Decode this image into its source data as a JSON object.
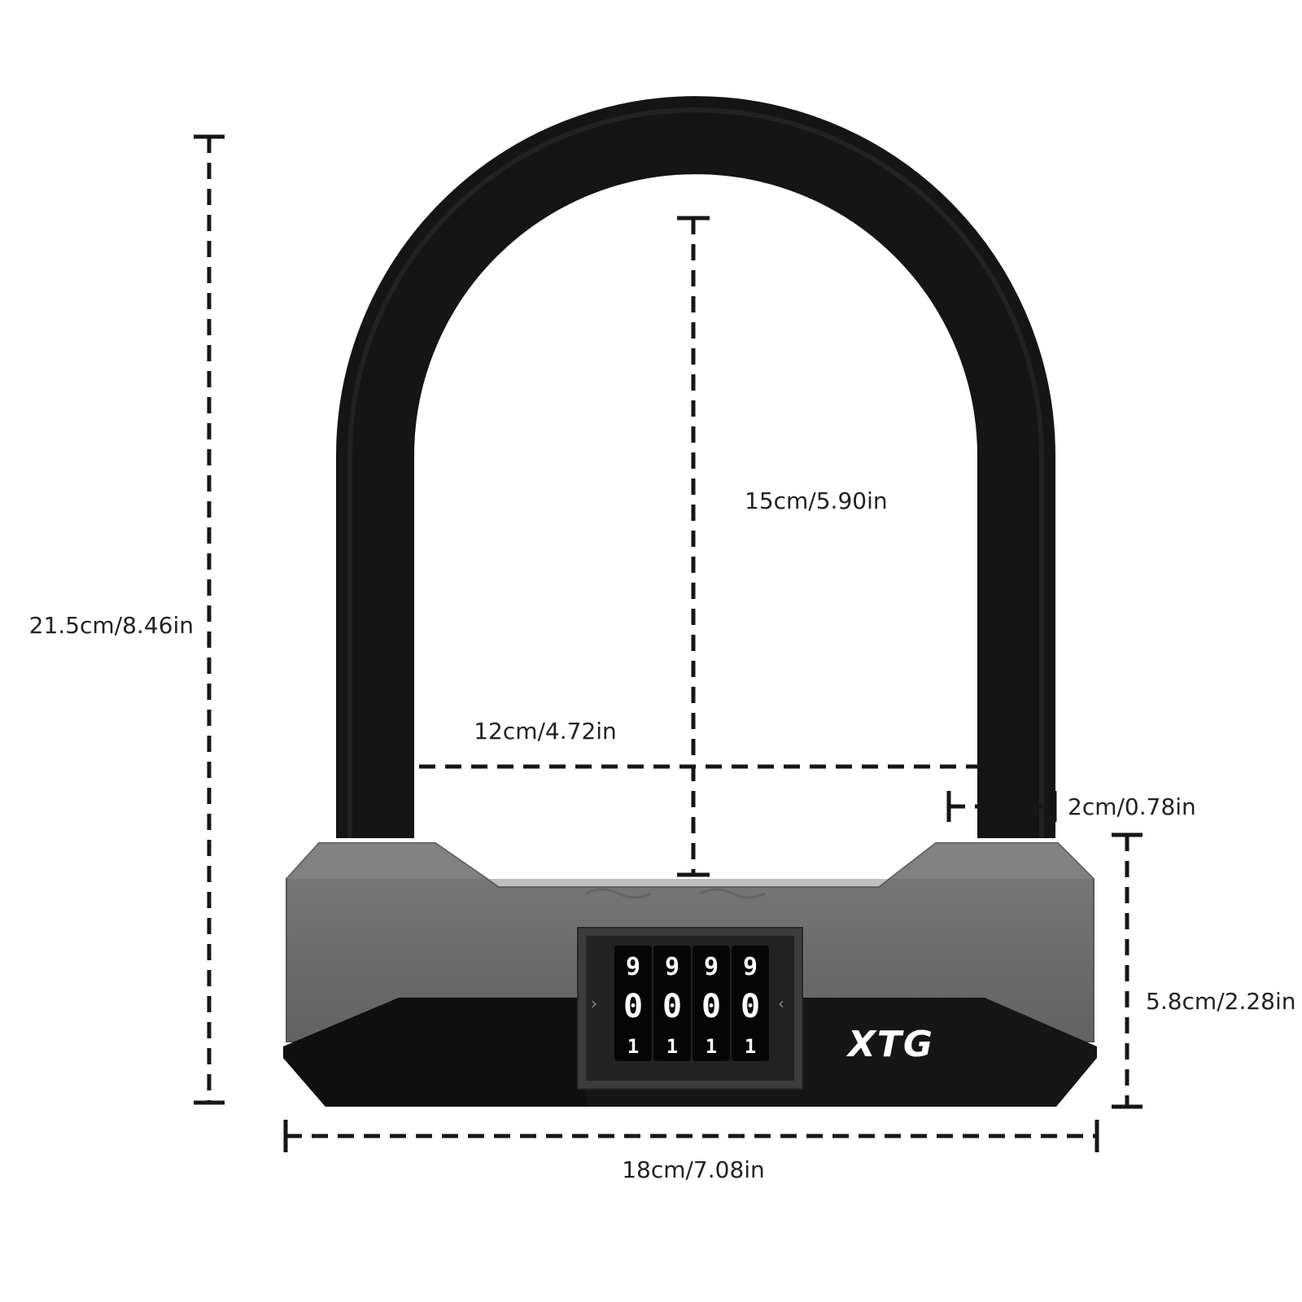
{
  "dimensions": {
    "total_height": "21.5cm/8.46in",
    "inner_height": "15cm/5.90in",
    "inner_width": "12cm/4.72in",
    "shackle_thickness": "2cm/0.78in",
    "body_height": "5.8cm/2.28in",
    "total_width": "18cm/7.08in"
  },
  "lock": {
    "brand": "XTG",
    "wheels": [
      {
        "top": "9",
        "middle": "0",
        "bottom": "1"
      },
      {
        "top": "9",
        "middle": "0",
        "bottom": "1"
      },
      {
        "top": "9",
        "middle": "0",
        "bottom": "1"
      },
      {
        "top": "9",
        "middle": "0",
        "bottom": "1"
      }
    ]
  },
  "colors": {
    "shackle": "#151515",
    "body_gray": "#6e6e6e",
    "body_dark": "#161616",
    "brand_text": "#ffffff",
    "dimension_lines": "#161616"
  }
}
